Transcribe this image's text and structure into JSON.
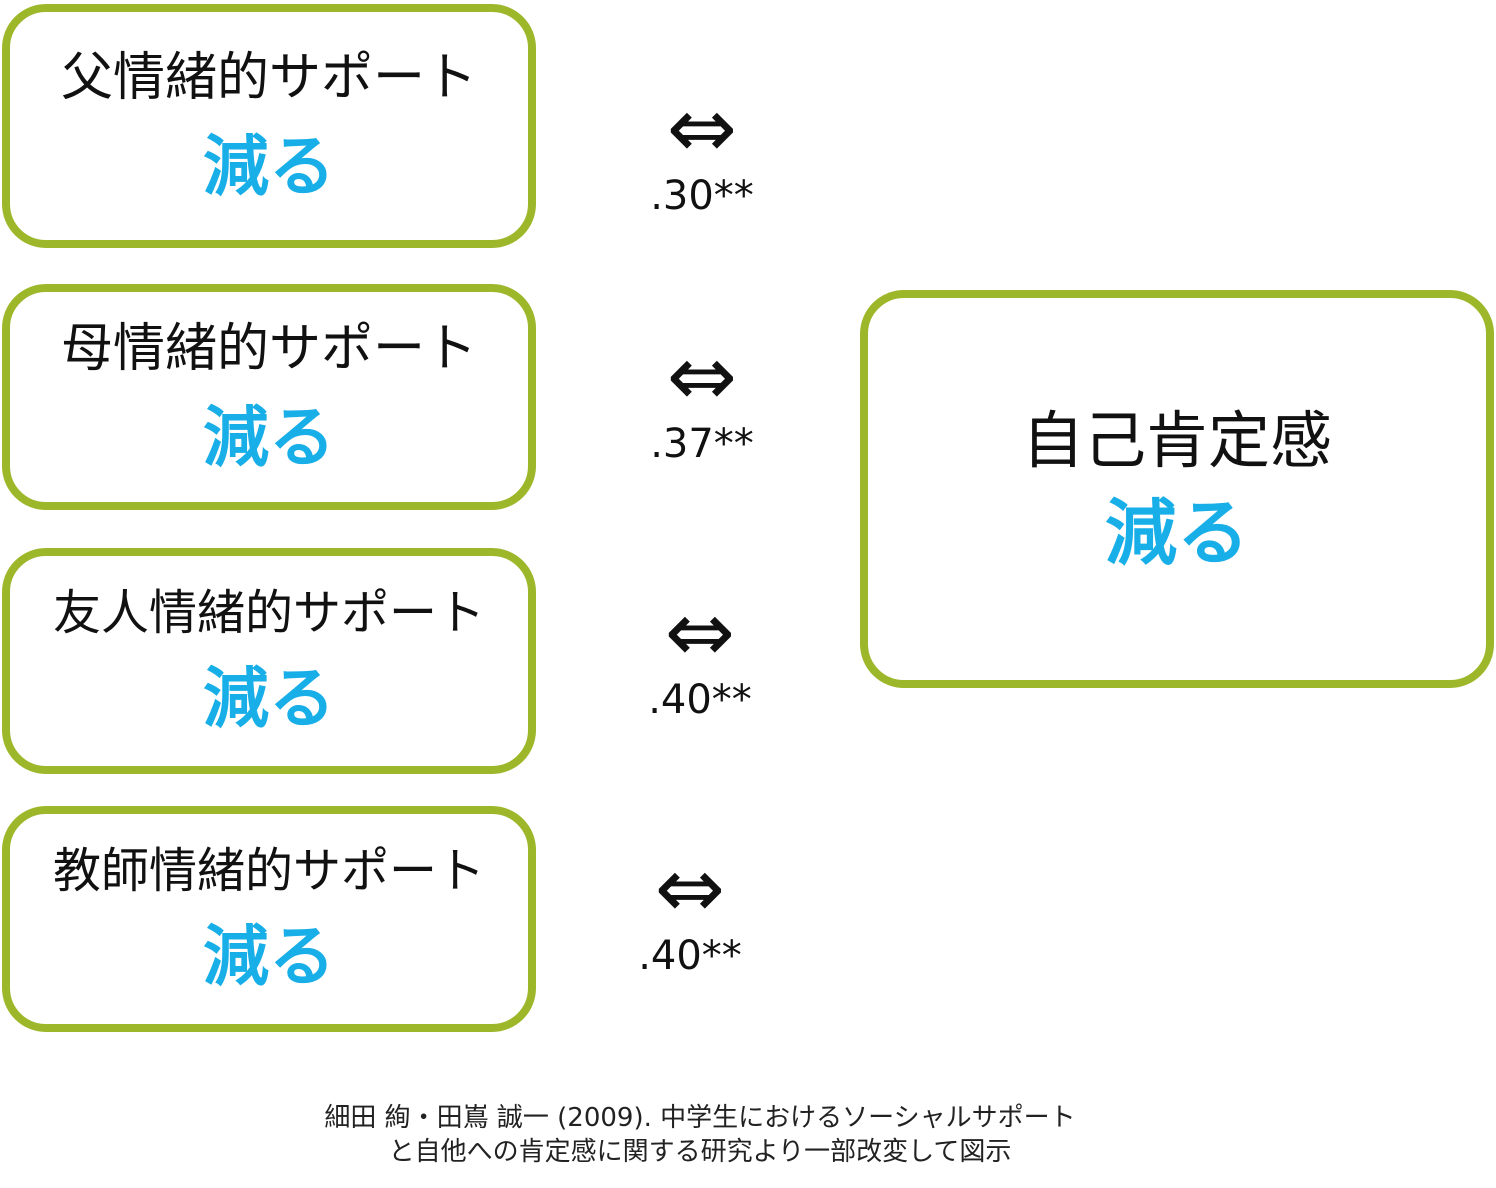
{
  "predictors": [
    {
      "label": "父情緒的サポート",
      "trend": "減る"
    },
    {
      "label": "母情緒的サポート",
      "trend": "減る"
    },
    {
      "label": "友人情緒的サポート",
      "trend": "減る"
    },
    {
      "label": "教師情緒的サポート",
      "trend": "減る"
    }
  ],
  "relations": [
    {
      "symbol": "⇔",
      "coefficient": ".30**"
    },
    {
      "symbol": "⇔",
      "coefficient": ".37**"
    },
    {
      "symbol": "⇔",
      "coefficient": ".40**"
    },
    {
      "symbol": "⇔",
      "coefficient": ".40**"
    }
  ],
  "outcome": {
    "label": "自己肯定感",
    "trend": "減る"
  },
  "citation": {
    "line1": "細田 絢・田嶌 誠一 (2009). 中学生におけるソーシャルサポート",
    "line2": "と自他への肯定感に関する研究より一部改変して図示"
  },
  "colors": {
    "box_border": "#9cb82a",
    "trend_text": "#18aee8",
    "label_text": "#111111"
  }
}
